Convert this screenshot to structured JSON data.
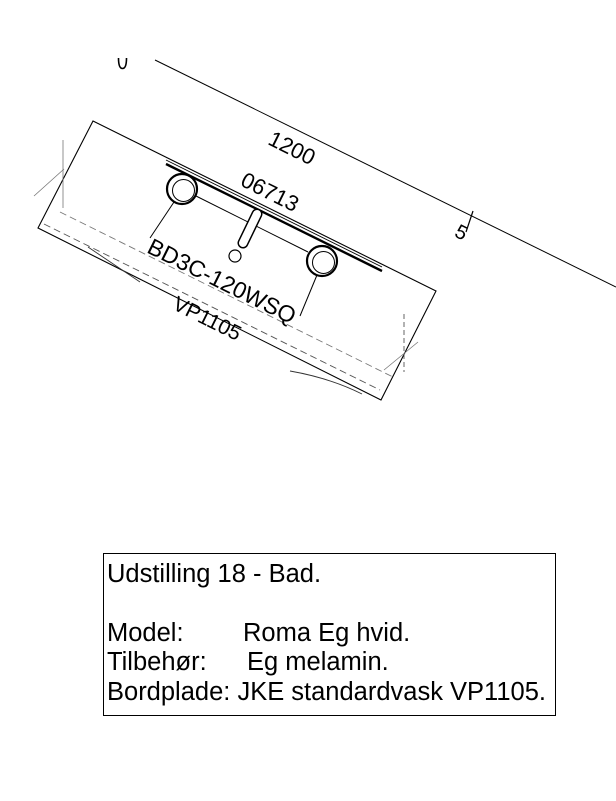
{
  "drawing": {
    "dimension_length": "1200",
    "dimension_offset": "5",
    "item_code": "06713",
    "vanity_code": "BD3C-120WSQ",
    "sink_code": "VP1105"
  },
  "info_box": {
    "title": "Udstilling 18 - Bad.",
    "rows": [
      {
        "label": "Model:",
        "value": "Roma Eg hvid."
      },
      {
        "label": "Tilbehør:",
        "value": "Eg melamin."
      },
      {
        "label": "Bordplade:",
        "value": "JKE standardvask VP1105."
      }
    ]
  }
}
